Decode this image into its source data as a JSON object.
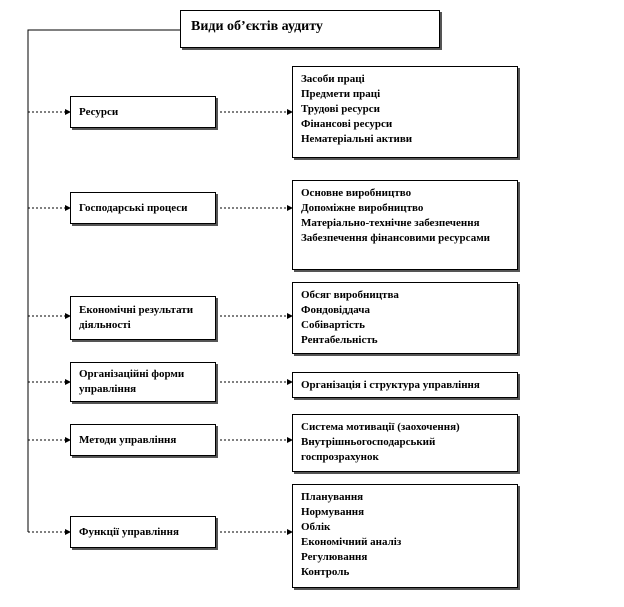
{
  "root": {
    "title": "Види об’єктів  аудиту"
  },
  "groups": [
    {
      "label": "Ресурси",
      "items": [
        "Засоби праці",
        "Предмети праці",
        "Трудові ресурси",
        "Фінансові ресурси",
        "Нематеріальні  активи"
      ]
    },
    {
      "label": "Господарські процеси",
      "items": [
        "Основне виробництво",
        "Допоміжне виробництво",
        "Матеріально-технічне  забезпечення",
        "Забезпечення фінансовими ресурсами"
      ]
    },
    {
      "label": "Економічні результати діяльності",
      "items": [
        "Обсяг виробництва",
        "Фондовіддача",
        "Собівартість",
        "Рентабельність"
      ]
    },
    {
      "label": "Організаційні  форми управління",
      "items": [
        "Організація  і  структура управління"
      ]
    },
    {
      "label": "Методи управління",
      "items": [
        "Система мотивації  (заохочення)",
        "Внутрішньогосподарський госпрозрахунок"
      ]
    },
    {
      "label": "Функції  управління",
      "items": [
        "Планування",
        "Нормування",
        "Облік",
        "Економічний аналіз",
        "Регулювання",
        "Контроль"
      ]
    }
  ]
}
